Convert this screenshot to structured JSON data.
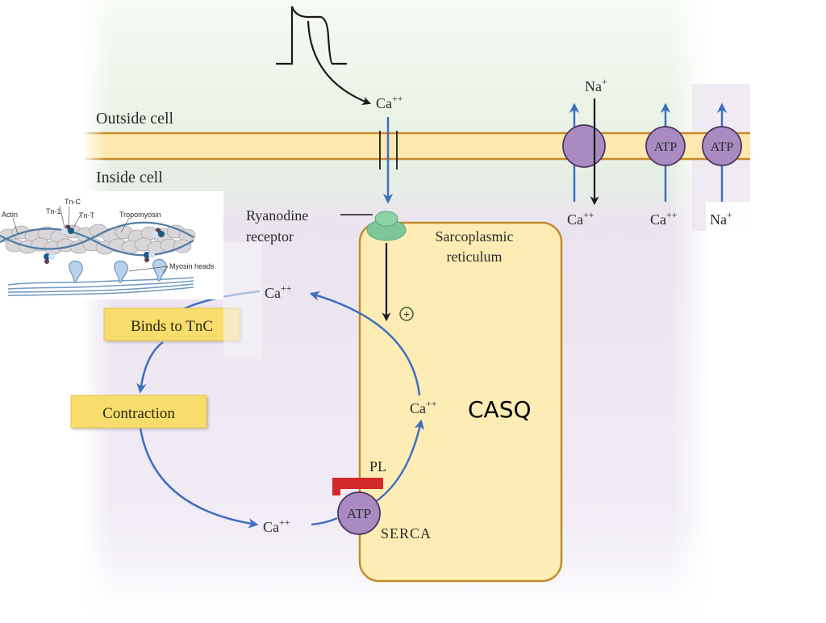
{
  "diagram": {
    "regions": {
      "outside_label": "Outside cell",
      "inside_label": "Inside cell"
    },
    "action_potential": {
      "icon": "action-potential-waveform"
    },
    "l_type_channel": {
      "ion": "Ca",
      "charge": "++"
    },
    "exchanger": {
      "top_ion": "Na",
      "top_charge": "+",
      "bottom_ion": "Ca",
      "bottom_charge": "++",
      "label": ""
    },
    "ca_pump": {
      "label": "ATP",
      "ion": "Ca",
      "charge": "++"
    },
    "na_pump": {
      "label": "ATP",
      "ion": "Na",
      "charge": "+"
    },
    "ryanodine": {
      "line1": "Ryanodine",
      "line2": "receptor"
    },
    "sr": {
      "line1": "Sarcoplasmic",
      "line2": "reticulum",
      "casq_label": "CASQ"
    },
    "plus_sign": "+",
    "cycle": {
      "ca_top": {
        "ion": "Ca",
        "charge": "++"
      },
      "ca_bottom": {
        "ion": "Ca",
        "charge": "++"
      },
      "ca_sr": {
        "ion": "Ca",
        "charge": "++"
      },
      "binds_label": "Binds to TnC",
      "contraction_label": "Contraction"
    },
    "serca": {
      "atp_label": "ATP",
      "label": "SERCA",
      "pl_label": "PL"
    },
    "inset": {
      "labels": {
        "actin": "Actin",
        "tn1": "Tn-1",
        "tnc": "Tn-C",
        "tnt": "Tn-T",
        "tropomyosin": "Tropomyosin",
        "myosin": "Myosin heads"
      }
    },
    "colors": {
      "membrane_fill": "#fde9b0",
      "membrane_edge": "#c8892a",
      "outside_bg": "#eef5ec",
      "inside_bg": "#ece4f0",
      "sr_fill": "#fdedb5",
      "sr_edge": "#c48a2c",
      "arrow_blue": "#3f6fbf",
      "pump_fill": "#a98bc2",
      "pump_edge": "#4a3560",
      "ryr_green": "#7fc79a",
      "pl_red": "#d22a2a",
      "box_yellow": "#f8dc6c"
    }
  }
}
